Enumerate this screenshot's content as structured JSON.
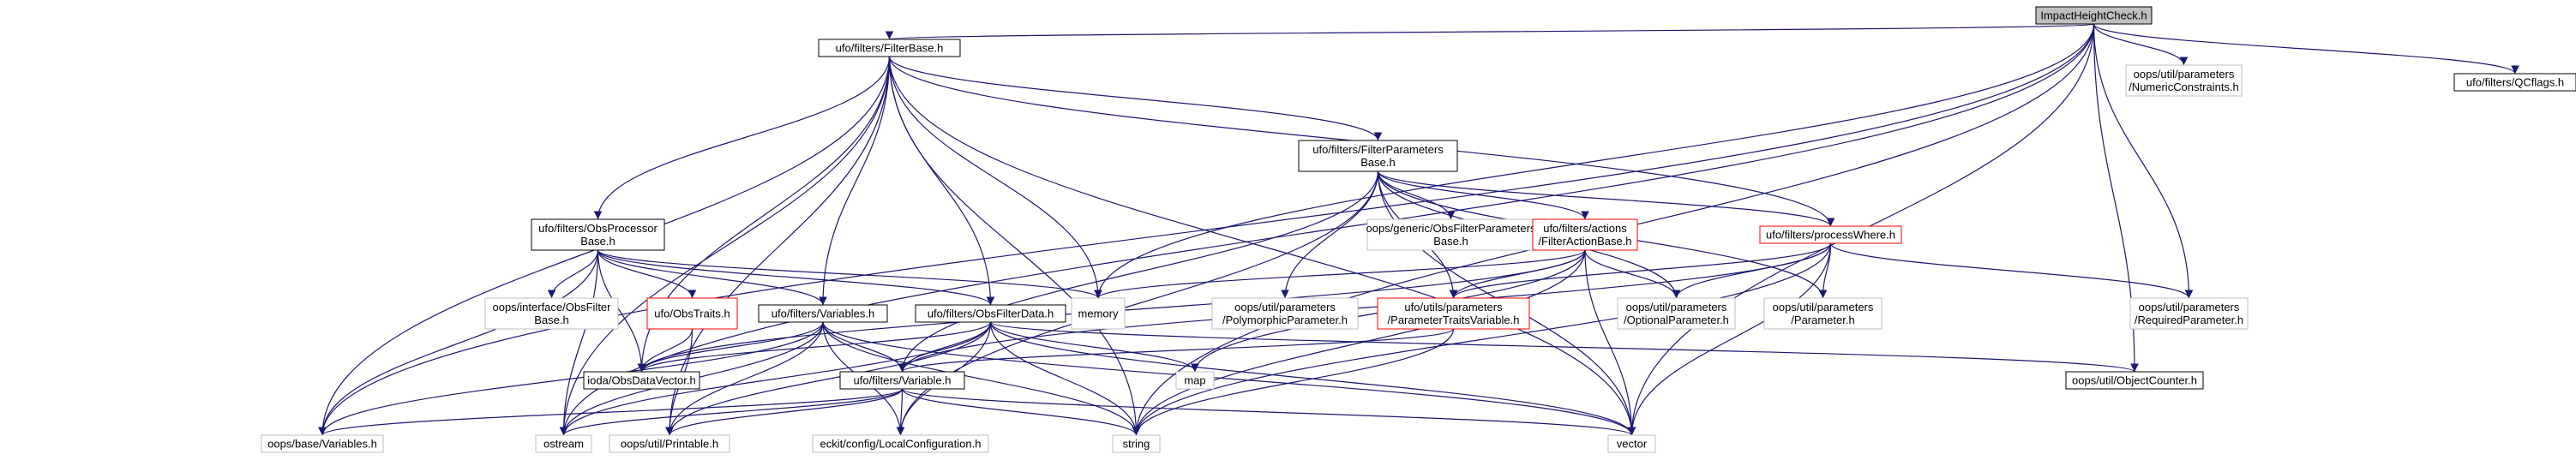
{
  "nodes": [
    {
      "id": "root",
      "lines": [
        "ImpactHeightCheck.h"
      ],
      "style": "root"
    },
    {
      "id": "filterbase",
      "lines": [
        "ufo/filters/FilterBase.h"
      ],
      "style": "normal"
    },
    {
      "id": "numconstr",
      "lines": [
        "oops/util/parameters",
        "/NumericConstraints.h"
      ],
      "style": "gray"
    },
    {
      "id": "qcflags",
      "lines": [
        "ufo/filters/QCflags.h"
      ],
      "style": "normal"
    },
    {
      "id": "filterparams",
      "lines": [
        "ufo/filters/FilterParameters",
        "Base.h"
      ],
      "style": "normal"
    },
    {
      "id": "obsproc",
      "lines": [
        "ufo/filters/ObsProcessor",
        "Base.h"
      ],
      "style": "normal"
    },
    {
      "id": "genericobs",
      "lines": [
        "oops/generic/ObsFilterParameters",
        "Base.h"
      ],
      "style": "gray"
    },
    {
      "id": "filteraction",
      "lines": [
        "ufo/filters/actions",
        "/FilterActionBase.h"
      ],
      "style": "red"
    },
    {
      "id": "processwhere",
      "lines": [
        "ufo/filters/processWhere.h"
      ],
      "style": "red"
    },
    {
      "id": "ifaceobs",
      "lines": [
        "oops/interface/ObsFilter",
        "Base.h"
      ],
      "style": "gray"
    },
    {
      "id": "obstraits",
      "lines": [
        "ufo/ObsTraits.h"
      ],
      "style": "red"
    },
    {
      "id": "variables",
      "lines": [
        "ufo/filters/Variables.h"
      ],
      "style": "normal"
    },
    {
      "id": "obsfilterdata",
      "lines": [
        "ufo/filters/ObsFilterData.h"
      ],
      "style": "normal"
    },
    {
      "id": "memory",
      "lines": [
        "memory"
      ],
      "style": "gray"
    },
    {
      "id": "polyparam",
      "lines": [
        "oops/util/parameters",
        "/PolymorphicParameter.h"
      ],
      "style": "gray"
    },
    {
      "id": "paramtraits",
      "lines": [
        "ufo/utils/parameters",
        "/ParameterTraitsVariable.h"
      ],
      "style": "red"
    },
    {
      "id": "optparam",
      "lines": [
        "oops/util/parameters",
        "/OptionalParameter.h"
      ],
      "style": "gray"
    },
    {
      "id": "param",
      "lines": [
        "oops/util/parameters",
        "/Parameter.h"
      ],
      "style": "gray"
    },
    {
      "id": "reqparam",
      "lines": [
        "oops/util/parameters",
        "/RequiredParameter.h"
      ],
      "style": "gray"
    },
    {
      "id": "obsdatavector",
      "lines": [
        "ioda/ObsDataVector.h"
      ],
      "style": "normal"
    },
    {
      "id": "variable",
      "lines": [
        "ufo/filters/Variable.h"
      ],
      "style": "normal"
    },
    {
      "id": "map",
      "lines": [
        "map"
      ],
      "style": "gray"
    },
    {
      "id": "objcounter",
      "lines": [
        "oops/util/ObjectCounter.h"
      ],
      "style": "normal"
    },
    {
      "id": "basevars",
      "lines": [
        "oops/base/Variables.h"
      ],
      "style": "gray"
    },
    {
      "id": "ostream",
      "lines": [
        "ostream"
      ],
      "style": "gray"
    },
    {
      "id": "printable",
      "lines": [
        "oops/util/Printable.h"
      ],
      "style": "gray"
    },
    {
      "id": "localconf",
      "lines": [
        "eckit/config/LocalConfiguration.h"
      ],
      "style": "gray"
    },
    {
      "id": "string",
      "lines": [
        "string"
      ],
      "style": "gray"
    },
    {
      "id": "vector",
      "lines": [
        "vector"
      ],
      "style": "gray"
    }
  ],
  "edges": [
    [
      "root",
      "filterbase"
    ],
    [
      "root",
      "numconstr"
    ],
    [
      "root",
      "qcflags"
    ],
    [
      "root",
      "memory"
    ],
    [
      "root",
      "objcounter"
    ],
    [
      "root",
      "reqparam"
    ],
    [
      "root",
      "string"
    ],
    [
      "root",
      "vector"
    ],
    [
      "root",
      "ostream"
    ],
    [
      "root",
      "basevars"
    ],
    [
      "filterbase",
      "filterparams"
    ],
    [
      "filterbase",
      "obsproc"
    ],
    [
      "filterbase",
      "obsfilterdata"
    ],
    [
      "filterbase",
      "variables"
    ],
    [
      "filterbase",
      "memory"
    ],
    [
      "filterbase",
      "processwhere"
    ],
    [
      "filterbase",
      "obsdatavector"
    ],
    [
      "filterbase",
      "basevars"
    ],
    [
      "filterbase",
      "ostream"
    ],
    [
      "filterbase",
      "printable"
    ],
    [
      "filterbase",
      "string"
    ],
    [
      "filterbase",
      "vector"
    ],
    [
      "filterparams",
      "genericobs"
    ],
    [
      "filterparams",
      "filteraction"
    ],
    [
      "filterparams",
      "processwhere"
    ],
    [
      "filterparams",
      "polyparam"
    ],
    [
      "filterparams",
      "paramtraits"
    ],
    [
      "filterparams",
      "optparam"
    ],
    [
      "filterparams",
      "param"
    ],
    [
      "filterparams",
      "variable"
    ],
    [
      "filterparams",
      "localconf"
    ],
    [
      "filterparams",
      "vector"
    ],
    [
      "obsproc",
      "ifaceobs"
    ],
    [
      "obsproc",
      "obstraits"
    ],
    [
      "obsproc",
      "variables"
    ],
    [
      "obsproc",
      "obsfilterdata"
    ],
    [
      "obsproc",
      "memory"
    ],
    [
      "obsproc",
      "obsdatavector"
    ],
    [
      "obsproc",
      "ostream"
    ],
    [
      "obsproc",
      "basevars"
    ],
    [
      "filteraction",
      "memory"
    ],
    [
      "filteraction",
      "paramtraits"
    ],
    [
      "filteraction",
      "optparam"
    ],
    [
      "filteraction",
      "obsdatavector"
    ],
    [
      "filteraction",
      "map"
    ],
    [
      "filteraction",
      "string"
    ],
    [
      "filteraction",
      "vector"
    ],
    [
      "processwhere",
      "paramtraits"
    ],
    [
      "processwhere",
      "optparam"
    ],
    [
      "processwhere",
      "param"
    ],
    [
      "processwhere",
      "reqparam"
    ],
    [
      "processwhere",
      "variable"
    ],
    [
      "processwhere",
      "string"
    ],
    [
      "processwhere",
      "vector"
    ],
    [
      "obstraits",
      "obsdatavector"
    ],
    [
      "obstraits",
      "printable"
    ],
    [
      "variables",
      "obsdatavector"
    ],
    [
      "variables",
      "variable"
    ],
    [
      "variables",
      "basevars"
    ],
    [
      "variables",
      "ostream"
    ],
    [
      "variables",
      "printable"
    ],
    [
      "variables",
      "string"
    ],
    [
      "variables",
      "vector"
    ],
    [
      "variables",
      "localconf"
    ],
    [
      "obsfilterdata",
      "obsdatavector"
    ],
    [
      "obsfilterdata",
      "variable"
    ],
    [
      "obsfilterdata",
      "map"
    ],
    [
      "obsfilterdata",
      "objcounter"
    ],
    [
      "obsfilterdata",
      "ostream"
    ],
    [
      "obsfilterdata",
      "printable"
    ],
    [
      "obsfilterdata",
      "string"
    ],
    [
      "obsfilterdata",
      "vector"
    ],
    [
      "obsfilterdata",
      "localconf"
    ],
    [
      "paramtraits",
      "variable"
    ],
    [
      "paramtraits",
      "string"
    ],
    [
      "variable",
      "basevars"
    ],
    [
      "variable",
      "ostream"
    ],
    [
      "variable",
      "printable"
    ],
    [
      "variable",
      "localconf"
    ],
    [
      "variable",
      "string"
    ],
    [
      "variable",
      "vector"
    ]
  ]
}
